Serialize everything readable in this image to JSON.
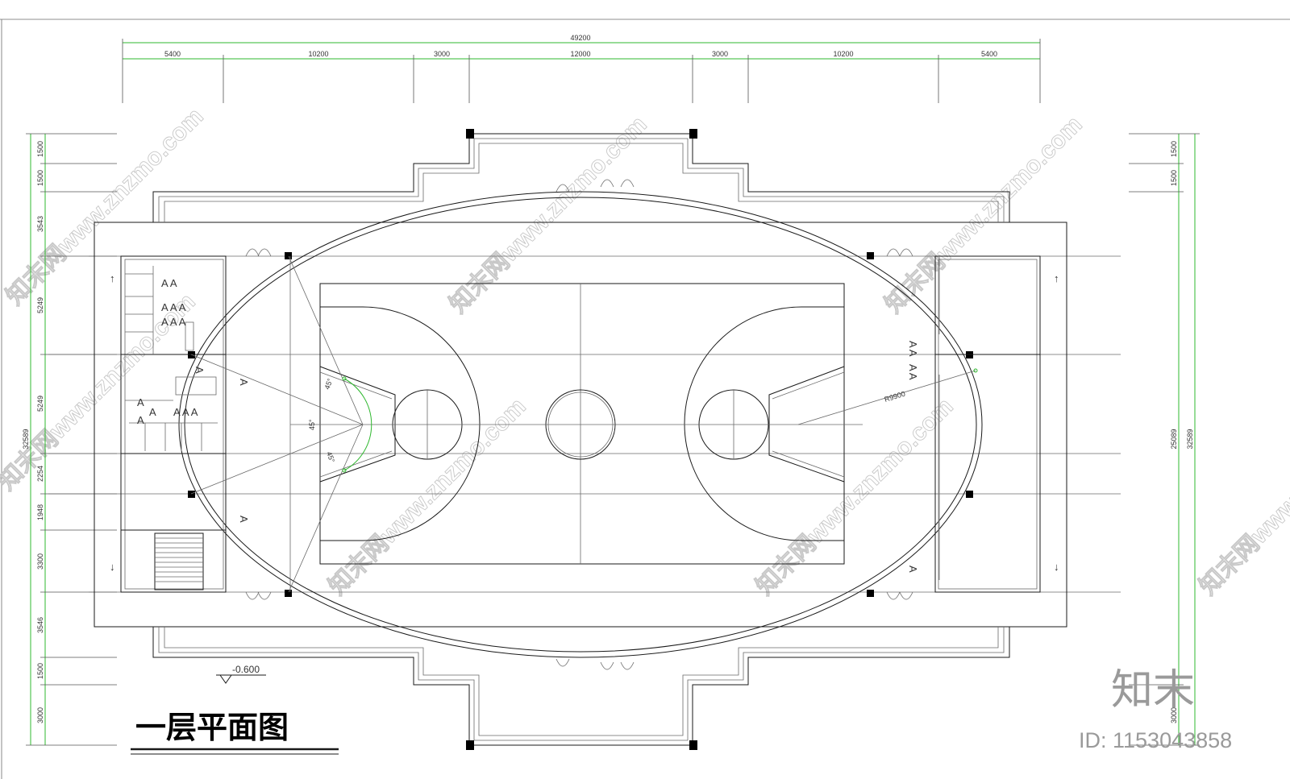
{
  "title": "一层平面图",
  "level_mark": "-0.600",
  "top_dims": {
    "total": "49200",
    "segments": [
      "5400",
      "10200",
      "3000",
      "12000",
      "3000",
      "10200",
      "5400"
    ]
  },
  "left_dims": {
    "total": "32589",
    "segments": [
      "1500",
      "1500",
      "3543",
      "5249",
      "5249",
      "2254",
      "1948",
      "3300",
      "3546",
      "1500",
      "3000"
    ]
  },
  "right_dims": {
    "total": "32589",
    "inner_total": "25089",
    "segments": [
      "1500",
      "1500",
      "3000"
    ]
  },
  "annotations": {
    "radius": "R9900",
    "angle_1": "45°",
    "angle_2": "45°",
    "angle_3": "45°"
  },
  "watermark": {
    "text": "知末网www.znzmo.com",
    "logo": "知末",
    "id": "ID: 1153043858"
  }
}
